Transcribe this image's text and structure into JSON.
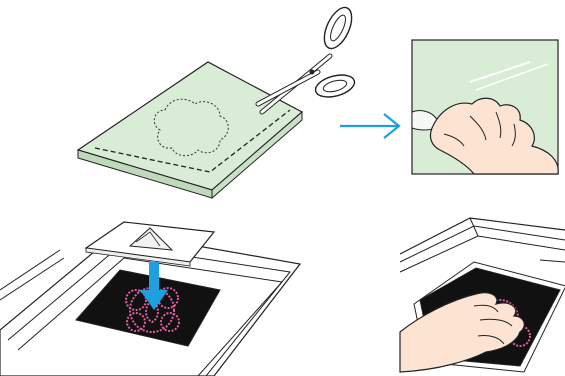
{
  "illustration": {
    "panels": [
      {
        "id": "cut-sheet",
        "icon": "scissors-icon"
      },
      {
        "id": "peel-backing",
        "icon": "hand-icon"
      },
      {
        "id": "place-on-sheet",
        "icon": "down-arrow-icon"
      },
      {
        "id": "press-with-hand",
        "icon": "hand-icon"
      }
    ],
    "colors": {
      "sheet_green": "#d9ecd6",
      "sheet_side": "#bfd9bb",
      "arrow_blue": "#1e9fe0",
      "pattern_pink": "#e55aa6",
      "mat_black": "#111111",
      "outline": "#222222"
    }
  }
}
